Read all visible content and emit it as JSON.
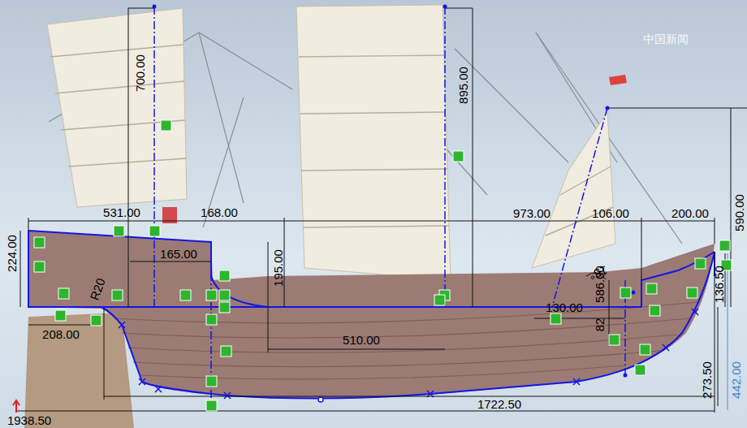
{
  "diagram": {
    "labels": [
      "700.00",
      "895.00",
      "531.00",
      "168.00",
      "973.00",
      "106.00",
      "200.00",
      "590.00",
      "224.00",
      "165.00",
      "195.00",
      "586.00",
      "R20",
      "510.00",
      "130.00",
      "15°",
      "82",
      "208.00",
      "1938.50",
      "1722.50",
      "273.50",
      "442.00",
      "136.50",
      "中国新闻"
    ]
  }
}
